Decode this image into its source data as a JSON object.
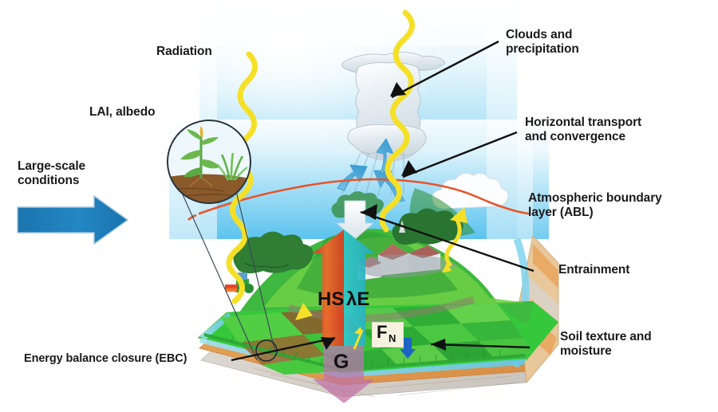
{
  "figure": {
    "title": "Land surface – atmosphere interaction schematic",
    "background": "#ffffff"
  },
  "labels": {
    "radiation": "Radiation",
    "lai_albedo": "LAI, albedo",
    "large_scale": "Large-scale\nconditions",
    "clouds": "Clouds and\nprecipitation",
    "horizontal": "Horizontal transport\nand convergence",
    "abl": "Atmospheric boundary\nlayer (ABL)",
    "entrainment": "Entrainment",
    "soil": "Soil texture and\nmoisture",
    "ebc": "Energy balance closure (EBC)"
  },
  "fluxes": {
    "sensible_heat": "HS",
    "latent_heat": "λE",
    "net_flux_main": "F",
    "net_flux_sub": "N",
    "ground_heat": "G"
  },
  "colors": {
    "sensible_heat": "#e2492a",
    "latent_heat": "#2bbfc6",
    "ground_heat": "#c06ab4",
    "large_scale_arrow": "#1f80bd",
    "entrainment_arrow": "#eef2f5",
    "abl_line": "#e8542a",
    "radiation_ray": "#f5e028",
    "convergence_arrow": "#4ca8d8",
    "net_flux_box": "#f5f3e0",
    "net_flux_arrow": "#1c63c4",
    "sky_top": "#ffffff",
    "sky_bottom": "#63c6ef",
    "label_text": "#1a1a1a"
  },
  "icons": {
    "magnifier": "magnifier-circle-icon",
    "maize_plant": "maize-plant-icon",
    "grass_tuft": "grass-tuft-icon",
    "tractor": "tractor-icon",
    "farmhouse": "farmhouse-icon",
    "cumulonimbus": "cumulonimbus-cloud-icon",
    "cumulus": "cumulus-cloud-icon"
  },
  "scene": {
    "sky": "gradient white to sky blue",
    "landscape": "3D block diagram of agricultural landscape with fields, trees, river, hills and layered soil profile",
    "soil_layers": [
      "topsoil tan",
      "subsoil orange-brown",
      "bedrock grey"
    ]
  }
}
